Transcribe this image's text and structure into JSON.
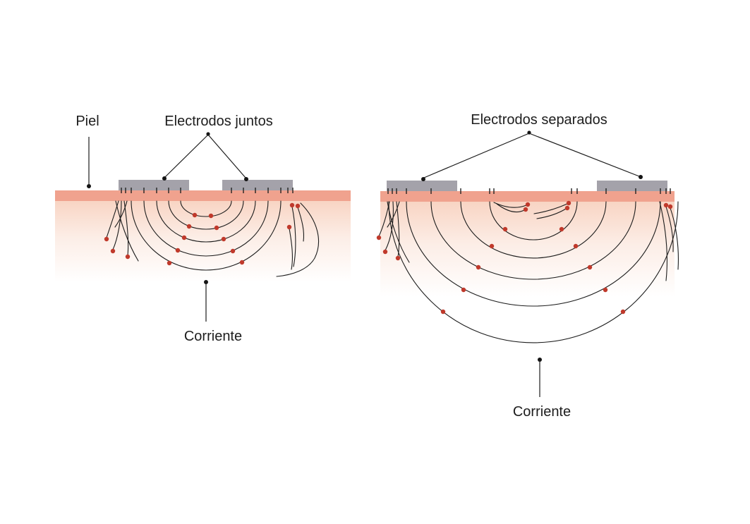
{
  "figure": {
    "left": {
      "skin_label": "Piel",
      "electrodes_label": "Electrodos juntos",
      "current_label": "Corriente"
    },
    "right": {
      "electrodes_label": "Electrodos separados",
      "current_label": "Corriente"
    }
  },
  "colors": {
    "background": "#ffffff",
    "skin": "#f0a28e",
    "skin_fade": "#f7cdb9",
    "electrode": "#a4a2aa",
    "line": "#1c1c1c",
    "dot_red": "#c0392b",
    "dot_black": "#141414",
    "text": "#1d1d1d"
  }
}
